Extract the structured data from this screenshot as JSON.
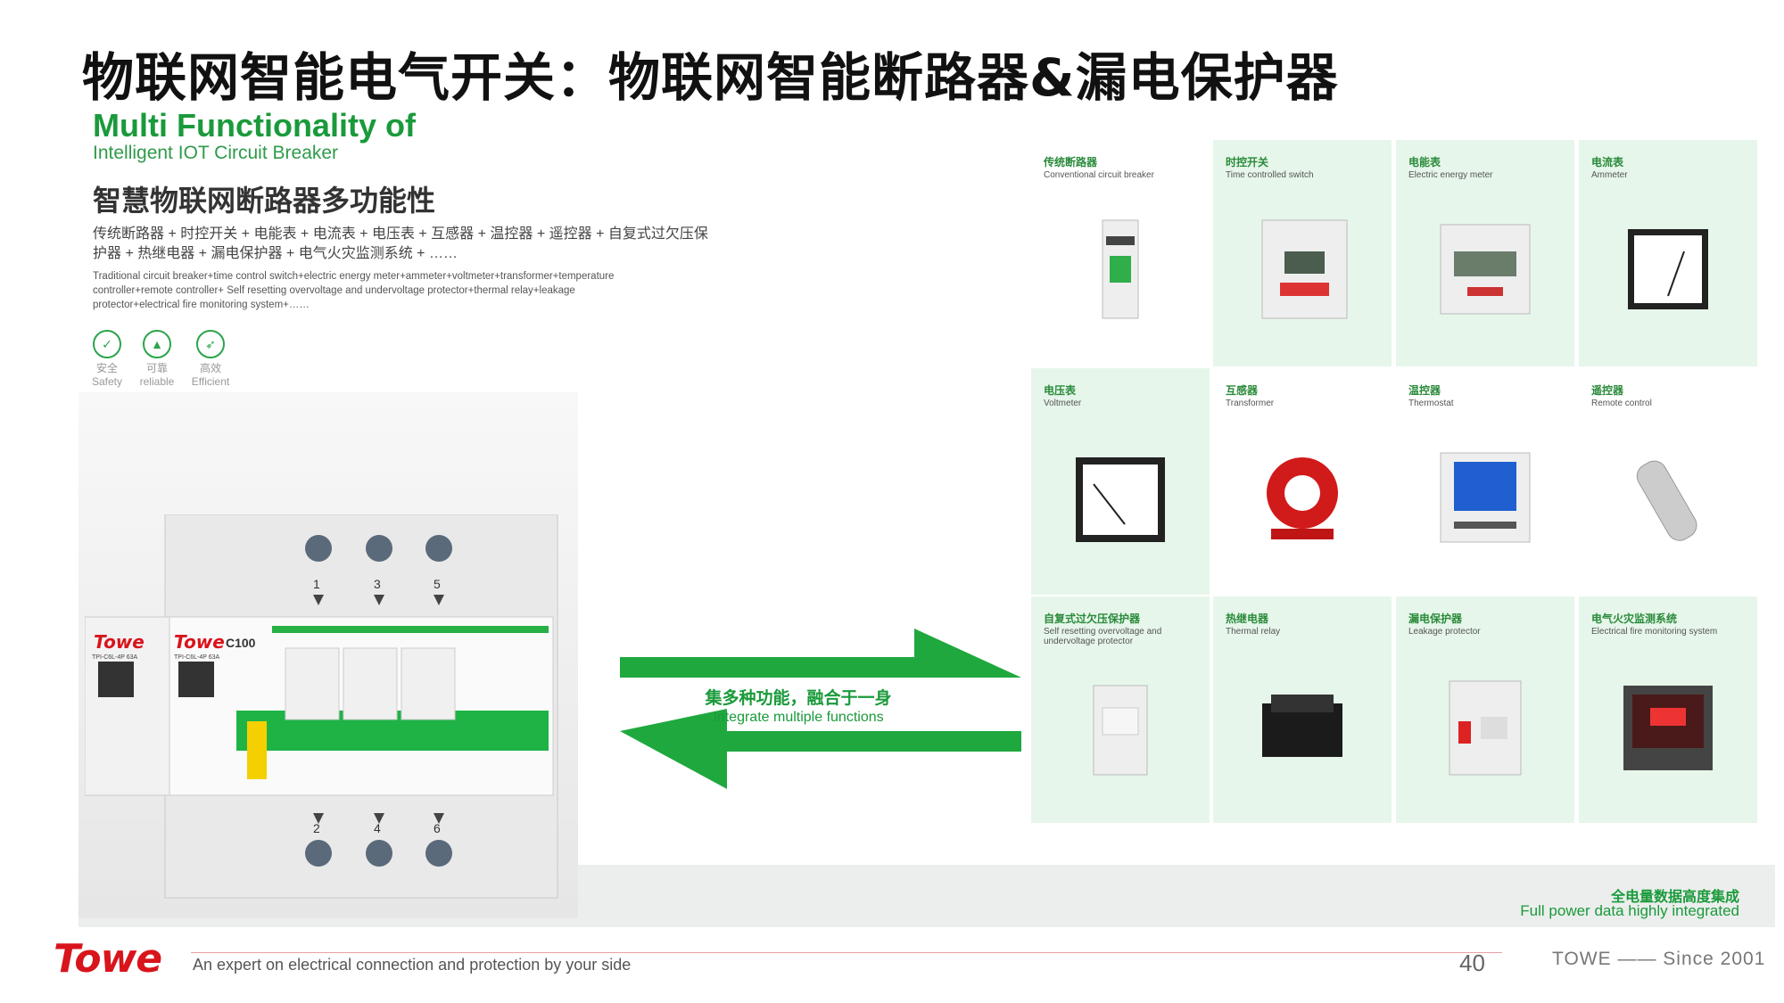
{
  "title": "物联网智能电气开关：物联网智能断路器&漏电保护器",
  "hero": {
    "heading_line1": "Multi Functionality of",
    "heading_line2": "Intelligent IOT Circuit Breaker",
    "heading_cn": "智慧物联网断路器多功能性",
    "cn_list": "传统断路器 + 时控开关 + 电能表 + 电流表 + 电压表 + 互感器 + 温控器 + 遥控器 + 自复式过欠压保护器 + 热继电器 + 漏电保护器 + 电气火灾监测系统 + ……",
    "en_list": "Traditional circuit breaker+time control switch+electric energy meter+ammeter+voltmeter+transformer+temperature controller+remote controller+ Self resetting overvoltage and undervoltage protector+thermal relay+leakage protector+electrical fire monitoring system+……",
    "features": [
      {
        "cn": "安全",
        "en": "Safety"
      },
      {
        "cn": "可靠",
        "en": "reliable"
      },
      {
        "cn": "高效",
        "en": "Efficient"
      }
    ]
  },
  "breaker": {
    "brand": "Towe",
    "model_left": "TPI-C6L-4P 63A",
    "model_right": "TPI-C6L-4P 63A",
    "rating": "C100",
    "terminals_top": [
      "1",
      "3",
      "5"
    ],
    "terminals_bottom": [
      "2",
      "4",
      "6"
    ]
  },
  "arrow_text": {
    "cn": "集多种功能，融合于一身",
    "en": "Integrate multiple functions"
  },
  "products": [
    {
      "cn": "传统断路器",
      "en": "Conventional circuit breaker"
    },
    {
      "cn": "时控开关",
      "en": "Time controlled switch"
    },
    {
      "cn": "电能表",
      "en": "Electric energy meter"
    },
    {
      "cn": "电流表",
      "en": "Ammeter"
    },
    {
      "cn": "电压表",
      "en": "Voltmeter"
    },
    {
      "cn": "互感器",
      "en": "Transformer"
    },
    {
      "cn": "温控器",
      "en": "Thermostat"
    },
    {
      "cn": "遥控器",
      "en": "Remote control"
    },
    {
      "cn": "自复式过欠压保护器",
      "en": "Self resetting overvoltage and undervoltage protector"
    },
    {
      "cn": "热继电器",
      "en": "Thermal relay"
    },
    {
      "cn": "漏电保护器",
      "en": "Leakage protector"
    },
    {
      "cn": "电气火灾监测系统",
      "en": "Electrical fire monitoring system"
    }
  ],
  "integrated": {
    "cn": "全电量数据高度集成",
    "en": "Full power data highly integrated"
  },
  "footer": {
    "logo": "Towe",
    "slogan": "An expert on electrical connection and protection by your side",
    "page": "40",
    "brand": "TOWE —— Since 2001"
  },
  "colors": {
    "accent_green": "#1a9a3b",
    "brand_red": "#d8141c",
    "cell_green": "#e6f6ea"
  }
}
